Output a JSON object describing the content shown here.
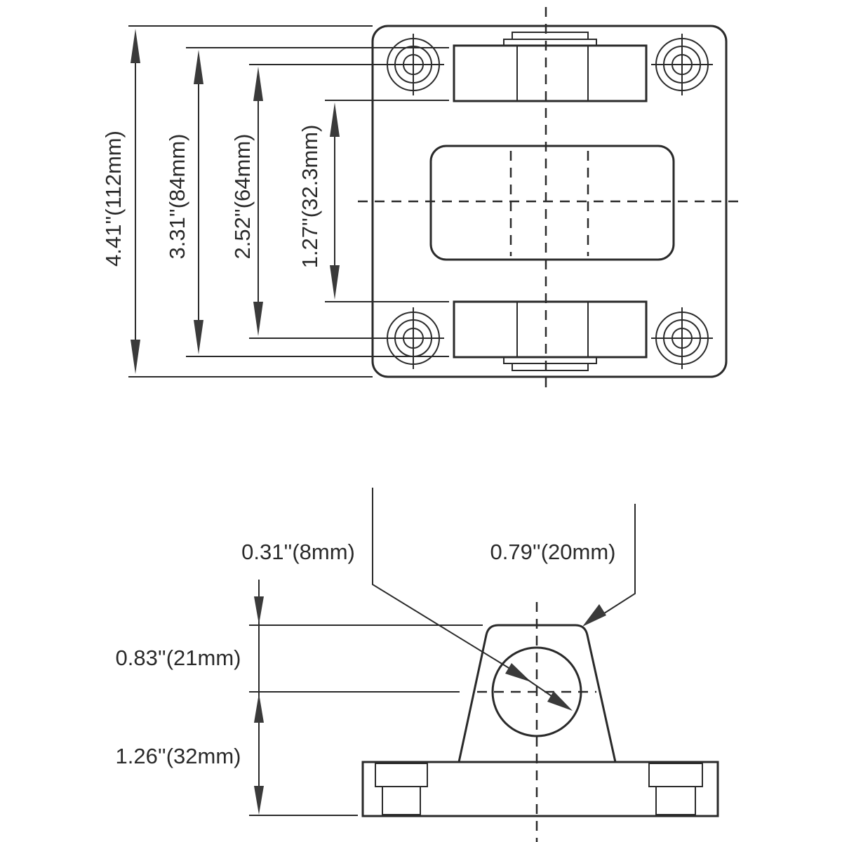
{
  "top_view": {
    "dimensions": [
      {
        "label": "4.41''(112mm)"
      },
      {
        "label": "3.31''(84mm)"
      },
      {
        "label": "2.52''(64mm)"
      },
      {
        "label": "1.27''(32.3mm)"
      }
    ]
  },
  "side_view": {
    "dimensions": [
      {
        "label": "0.31''(8mm)"
      },
      {
        "label": "0.79''(20mm)"
      },
      {
        "label": "0.83''(21mm)"
      },
      {
        "label": "1.26''(32mm)"
      }
    ]
  }
}
